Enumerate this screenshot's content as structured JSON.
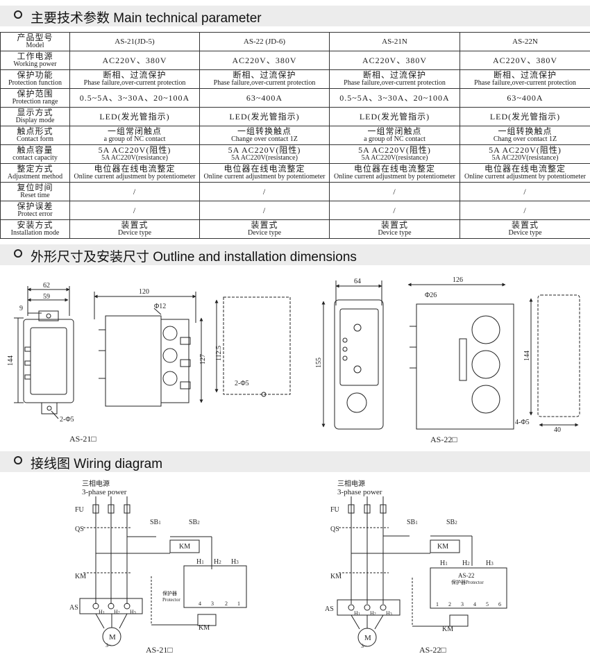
{
  "sections": {
    "params_title": "主要技术参数 Main technical parameter",
    "dims_title": "外形尺寸及安装尺寸 Outline and installation dimensions",
    "wiring_title": "接线图 Wiring diagram"
  },
  "table": {
    "header": {
      "cn": "产品型号",
      "en": "Model"
    },
    "models": [
      "AS-21(JD-5)",
      "AS-22 (JD-6)",
      "AS-21N",
      "AS-22N"
    ],
    "rows": [
      {
        "cn": "工作电源",
        "en": "Working power",
        "cells": [
          [
            "AC220V、380V",
            ""
          ],
          [
            "AC220V、380V",
            ""
          ],
          [
            "AC220V、380V",
            ""
          ],
          [
            "AC220V、380V",
            ""
          ]
        ]
      },
      {
        "cn": "保护功能",
        "en": "Protection function",
        "cells": [
          [
            "断相、过流保护",
            "Phase failure,over-current protection"
          ],
          [
            "断相、过流保护",
            "Phase failure,over-current protection"
          ],
          [
            "断相、过流保护",
            "Phase failure,over-current protection"
          ],
          [
            "断相、过流保护",
            "Phase failure,over-current protection"
          ]
        ]
      },
      {
        "cn": "保护范围",
        "en": "Protection range",
        "cells": [
          [
            "0.5~5A、3~30A、20~100A",
            ""
          ],
          [
            "63~400A",
            ""
          ],
          [
            "0.5~5A、3~30A、20~100A",
            ""
          ],
          [
            "63~400A",
            ""
          ]
        ]
      },
      {
        "cn": "显示方式",
        "en": "Display mode",
        "cells": [
          [
            "LED(发光管指示)",
            ""
          ],
          [
            "LED(发光管指示)",
            ""
          ],
          [
            "LED(发光管指示)",
            ""
          ],
          [
            "LED(发光管指示)",
            ""
          ]
        ]
      },
      {
        "cn": "触点形式",
        "en": "Contact form",
        "cells": [
          [
            "一组常闭触点",
            "a group of NC contact"
          ],
          [
            "一组转换触点",
            "Change over contact 1Z"
          ],
          [
            "一组常闭触点",
            "a group of NC contact"
          ],
          [
            "一组转换触点",
            "Chang over contact 1Z"
          ]
        ]
      },
      {
        "cn": "触点容量",
        "en": "contact capacity",
        "cells": [
          [
            "5A AC220V(阻性)",
            "5A AC220V(resistance)"
          ],
          [
            "5A AC220V(阻性)",
            "5A AC220V(resistance)"
          ],
          [
            "5A AC220V(阻性)",
            "5A AC220V(resistance)"
          ],
          [
            "5A AC220V(阻性)",
            "5A AC220V(resistance)"
          ]
        ]
      },
      {
        "cn": "整定方式",
        "en": "Adjustment method",
        "cells": [
          [
            "电位器在线电流整定",
            "Online current adjustment by potentiometer"
          ],
          [
            "电位器在线电流整定",
            "Online current adjustment by potentiometer"
          ],
          [
            "电位器在线电流整定",
            "Online current adjustment by potentiometer"
          ],
          [
            "电位器在线电流整定",
            "Online current adjustment by potentiometer"
          ]
        ]
      },
      {
        "cn": "复位时间",
        "en": "Reset time",
        "cells": [
          [
            "/",
            ""
          ],
          [
            "/",
            ""
          ],
          [
            "/",
            ""
          ],
          [
            "/",
            ""
          ]
        ]
      },
      {
        "cn": "保护误差",
        "en": "Protect error",
        "cells": [
          [
            "/",
            ""
          ],
          [
            "/",
            ""
          ],
          [
            "/",
            ""
          ],
          [
            "/",
            ""
          ]
        ]
      },
      {
        "cn": "安装方式",
        "en": "Installation mode",
        "cells": [
          [
            "装置式",
            "Device type"
          ],
          [
            "装置式",
            "Device type"
          ],
          [
            "装置式",
            "Device type"
          ],
          [
            "装置式",
            "Device type"
          ]
        ]
      }
    ]
  },
  "dimensions": {
    "as21": {
      "w62": "62",
      "w59": "59",
      "d9": "9",
      "h144": "144",
      "hole": "2-Φ5",
      "w120": "120",
      "phi12": "Φ12",
      "h127": "127",
      "h112": "112.5",
      "hole2": "2-Φ5",
      "caption": "AS-21□"
    },
    "as22": {
      "w64": "64",
      "h155": "155",
      "w126": "126",
      "phi26": "Φ26",
      "h144": "144",
      "hole": "4-Φ5",
      "w40": "40",
      "caption": "AS-22□"
    }
  },
  "wiring": {
    "left": {
      "src_cn": "三相电源",
      "src_en": "3-phase power",
      "fu": "FU",
      "qs": "QS",
      "km": "KM",
      "as": "AS",
      "sb1": "SB",
      "sb1_sub": "1",
      "sb2": "SB",
      "sb2_sub": "2",
      "km_coil": "KM",
      "h1": "H",
      "h1_sub": "1",
      "h2": "H",
      "h2_sub": "2",
      "h3": "H",
      "h3_sub": "3",
      "protector_cn": "保护器",
      "protector_en": "Protector",
      "motor": "M",
      "motor_sub": "3~",
      "km_bottom": "KM",
      "t4": "4",
      "t3": "3",
      "t2": "2",
      "t1": "1",
      "caption": "AS-21□"
    },
    "right": {
      "src_cn": "三相电源",
      "src_en": "3-phase power",
      "fu": "FU",
      "qs": "QS",
      "km": "KM",
      "as": "AS",
      "sb1": "SB",
      "sb1_sub": "1",
      "sb2": "SB",
      "sb2_sub": "2",
      "km_coil": "KM",
      "h1": "H",
      "h1_sub": "1",
      "h2": "H",
      "h2_sub": "2",
      "h3": "H",
      "h3_sub": "3",
      "model": "AS-22",
      "protector": "保护器Protector",
      "motor": "M",
      "motor_sub": "3~",
      "km_bottom": "KM",
      "t1": "1",
      "t2": "2",
      "t3": "3",
      "t4": "4",
      "t5": "5",
      "t6": "6",
      "caption": "AS-22□"
    }
  }
}
